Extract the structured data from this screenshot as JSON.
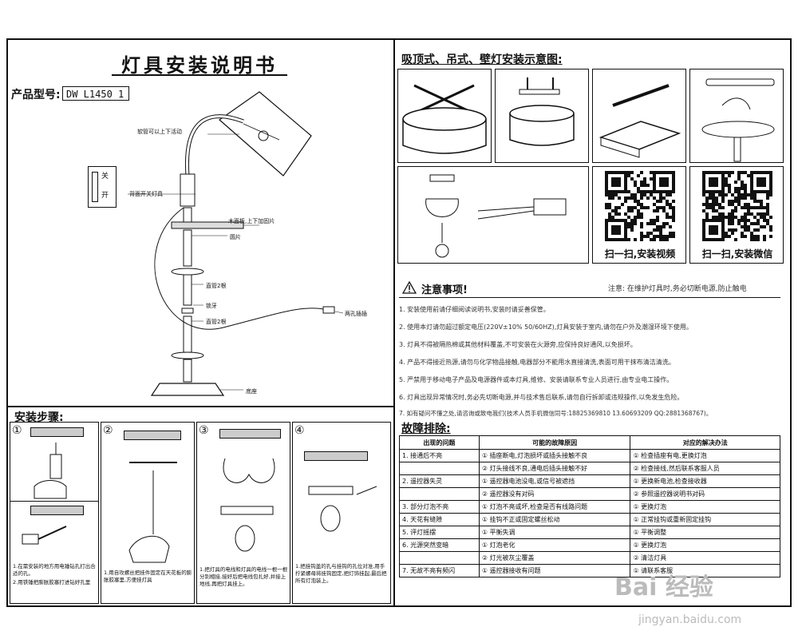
{
  "doc": {
    "title": "灯具安装说明书",
    "model_label": "产品型号:",
    "model_value": "DW L1450 1"
  },
  "lamp_labels": {
    "shade": "软管可以上下活动",
    "switch": "背面开关灯具",
    "board": "木面板,上下加固片",
    "plate": "圆片",
    "arm1": "直管2根",
    "nut": "锁牙",
    "arm2": "直管2根",
    "plug": "两孔插插",
    "base": "底座",
    "switch_on": "开",
    "switch_off": "关"
  },
  "install": {
    "title": "安装步骤:",
    "steps": [
      "①",
      "②",
      "③",
      "④"
    ],
    "cap1a": "1.在需安装的地方用电锤钻孔打出合适的孔。",
    "cap1b": "2.用铁锤把膨胀胶塞打进钻好孔里",
    "cap2": "1.用自攻螺丝把挂件固定在天花板的膨胀胶塞里,方便挂灯具",
    "cap3": "1.把灯具的电线和灯具的电线一根一根分别相接,接好后把电线包扎好,并接上地线,再把灯具挂上。",
    "cap4": "1.把挂钩盖的孔与挂钩的孔位对准,用手拧紧螺母将挂钩固定,把灯饰挂起,最后把所有灯泡装上。"
  },
  "diagram": {
    "title": "吸顶式、吊式、壁灯安装示意图:"
  },
  "qr": {
    "video": "扫一扫,安装视频",
    "wechat": "扫一扫,安装微信"
  },
  "notice": {
    "title": "注意事项!",
    "subtitle": "注意: 在维护灯具时,务必切断电源,防止触电",
    "lines": [
      "1. 安装使用前请仔细阅读说明书,安装时请妥善保管。",
      "2. 使用本灯请勿超过额定电压(220V±10% 50/60HZ),灯具安装于室内,请勿在户外及潮湿环境下使用。",
      "3. 灯具不得被隔热棉或其他材料覆盖,不可安装在火源旁,应保持良好通风,以免损坏。",
      "4. 产品不得接近热源,请勿与化学物品接触,电器部分不能用水直接清洗,表面可用干抹布清洁清洗。",
      "5. 严禁用于移动电子产品及电源器件或本灯具,维修、安装请联系专业人员进行,由专业电工操作。",
      "6. 灯具出现异常情况时,务必先切断电源,并与技术售后联系,请勿自行拆卸或违规操作,以免发生危险。",
      "7. 如有疑问不懂之处,请咨询或致电我们(技术人员手机微信同号:18825369810 13.60693209 QQ:2881368767)。"
    ]
  },
  "troubleshoot": {
    "title": "故障排除:",
    "headers": [
      "出现的问题",
      "可能的故障原因",
      "对应的解决办法"
    ],
    "rows": [
      [
        "1. 接通后不亮",
        "① 插座断电,灯泡损坏或插头接触不良",
        "① 检查插座有电,更换灯泡"
      ],
      [
        "",
        "② 灯头接线不良,通电后插头接触不好",
        "② 检查接线,然后联系客服人员"
      ],
      [
        "2. 遥控器失灵",
        "① 遥控器电池没电,或信号被遮挡",
        "① 更换新电池,检查接收器"
      ],
      [
        "",
        "② 遥控器没有对码",
        "② 参照遥控器说明书对码"
      ],
      [
        "3. 部分灯泡不亮",
        "① 灯泡不亮或坏,检查是否有线路问题",
        "① 更换灯泡"
      ],
      [
        "4. 天花有缝隙",
        "① 挂钩不正或固定螺丝松动",
        "① 正常挂钩或重新固定挂钩"
      ],
      [
        "5. 评灯摇摆",
        "① 平衡失调",
        "① 平衡调整"
      ],
      [
        "6. 光源突然变暗",
        "① 灯泡老化",
        "① 更换灯泡"
      ],
      [
        "",
        "② 灯光被灰尘覆盖",
        "② 清洁灯具"
      ],
      [
        "7. 无故不亮有频闪",
        "① 遥控器接收有问题",
        "① 请联系客服"
      ]
    ]
  },
  "watermark": {
    "brand": "Bai 经验",
    "url": "jingyan.baidu.com"
  }
}
